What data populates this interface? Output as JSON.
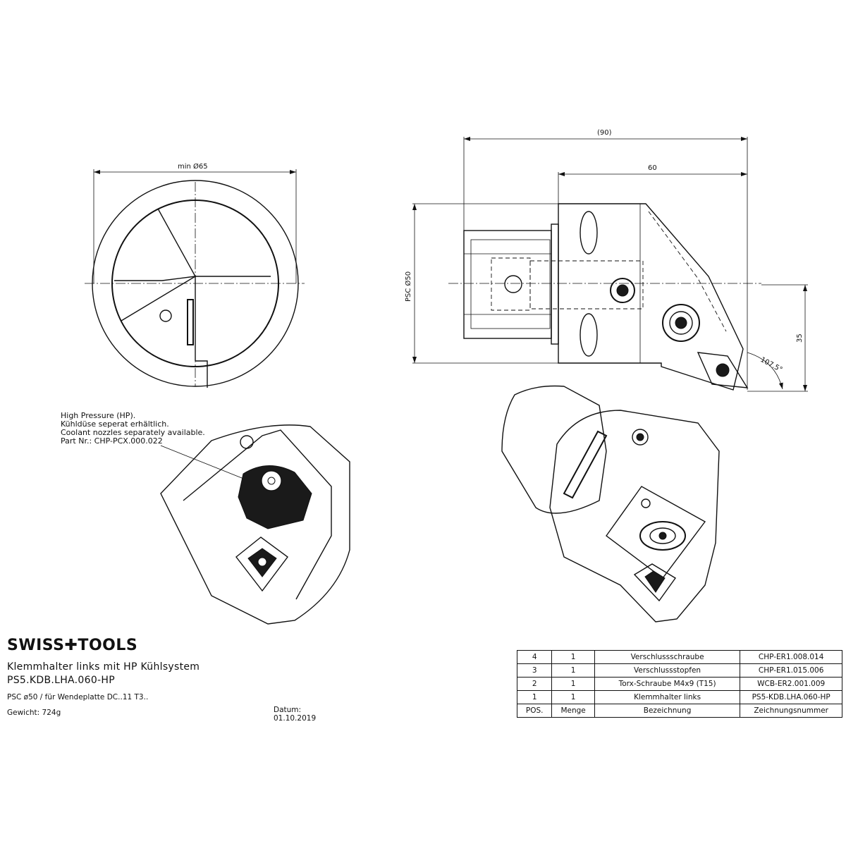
{
  "dimensions": {
    "min_diameter": "min  Ø65",
    "total_length": "(90)",
    "head_length": "60",
    "psc_diameter": "PSC Ø50",
    "offset": "35",
    "angle": "107.5°"
  },
  "note": {
    "lines": [
      "High Pressure (HP).",
      "Kühldüse seperat erhältlich.",
      "Coolant nozzles separately available.",
      "Part Nr.: CHP-PCX.000.022"
    ]
  },
  "title_block": {
    "brand": "SWISS✚TOOLS",
    "title": "Klemmhalter links mit HP Kühlsystem",
    "part_number": "PS5.KDB.LHA.060-HP",
    "spec": "PSC ø50 / für Wendeplatte DC..11 T3..",
    "weight": "Gewicht: 724g",
    "date": "Datum: 01.10.2019"
  },
  "bom": {
    "headers": [
      "POS.",
      "Menge",
      "Bezeichnung",
      "Zeichnungsnummer"
    ],
    "rows": [
      {
        "pos": "4",
        "qty": "1",
        "desc": "Verschlussschraube",
        "number": "CHP-ER1.008.014"
      },
      {
        "pos": "3",
        "qty": "1",
        "desc": "Verschlussstopfen",
        "number": "CHP-ER1.015.006"
      },
      {
        "pos": "2",
        "qty": "1",
        "desc": "Torx-Schraube M4x9 (T15)",
        "number": "WCB-ER2.001.009"
      },
      {
        "pos": "1",
        "qty": "1",
        "desc": "Klemmhalter links",
        "number": "PS5-KDB.LHA.060-HP"
      }
    ]
  }
}
